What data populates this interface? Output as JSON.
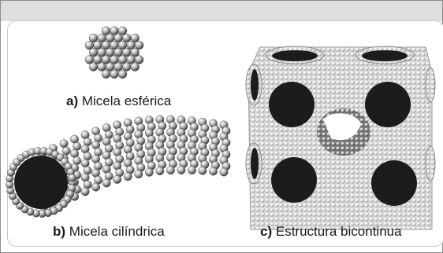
{
  "figure": {
    "panels": [
      {
        "id": "a",
        "letter": "a)",
        "caption": "Micela esférica"
      },
      {
        "id": "b",
        "letter": "b)",
        "caption": "Micela cilíndrica"
      },
      {
        "id": "c",
        "letter": "c)",
        "caption": "Estructura bicontinua"
      }
    ]
  },
  "colors": {
    "frame_header": "#dedede",
    "sphere_light": "#f4f4f4",
    "sphere_dark": "#4a4a4a",
    "core": "#1c1c1c"
  }
}
